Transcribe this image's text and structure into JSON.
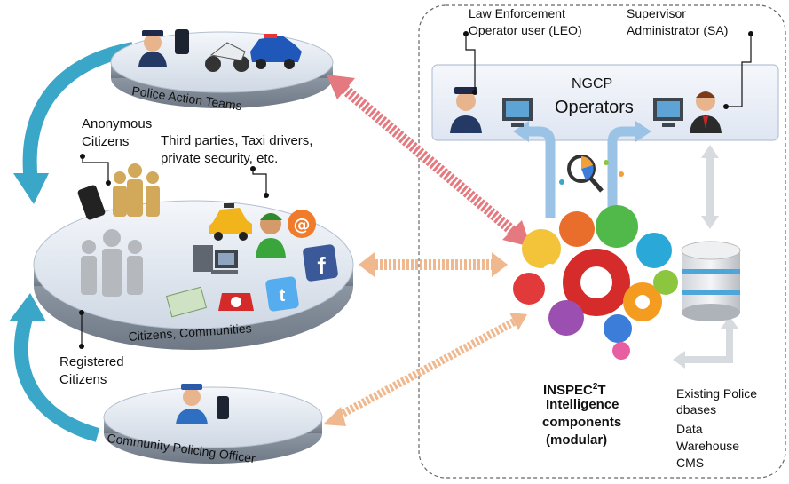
{
  "platforms": {
    "police_action_teams": "Police Action Teams",
    "citizens_communities": "Citizens, Communities",
    "community_policing_officer": "Community Policing Officer"
  },
  "labels": {
    "anonymous_citizens": [
      "Anonymous",
      "Citizens"
    ],
    "third_parties": [
      "Third parties, Taxi drivers,",
      "private security, etc."
    ],
    "registered_citizens": [
      "Registered",
      "Citizens"
    ]
  },
  "operators": {
    "leo": [
      "Law Enforcement",
      "Operator user (LEO)"
    ],
    "sa": [
      "Supervisor",
      "Administrator (SA)"
    ],
    "title": [
      "NGCP",
      "Operators"
    ]
  },
  "inspect": {
    "title_prefix": "INSPEC",
    "title_sup": "2",
    "title_suffix": "T",
    "lines": [
      "Intelligence",
      "components",
      "(modular)"
    ]
  },
  "databases": [
    "Existing Police",
    "dbases",
    "Data",
    "Warehouse",
    "CMS"
  ],
  "icons": [
    "police-officer-icon",
    "phone-icon",
    "motorcycle-icon",
    "police-car-icon",
    "person-icon",
    "taxi-icon",
    "at-sign-icon",
    "facebook-icon",
    "twitter-icon",
    "computer-icon",
    "telephone-icon",
    "businessman-icon",
    "monitor-icon",
    "chart-magnifier-icon",
    "gears-brain-icon",
    "database-icon"
  ],
  "colors": {
    "platform": "#dfe6ef",
    "cycle_arrow": "#3aa6c8",
    "red_arrow": "#e47a7f",
    "orange_arrow": "#f0b88f",
    "operators_box": "#e9eef7",
    "blue_arrow": "#9bc3e6",
    "facebook": "#3b5998",
    "twitter": "#55acee"
  }
}
